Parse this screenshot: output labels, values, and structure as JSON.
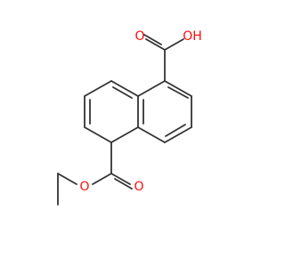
{
  "molecule": {
    "atoms": {
      "carboxyl_oxygen_double": {
        "label": "O",
        "color": "#ff0d0d"
      },
      "carboxyl_hydroxyl": {
        "label": "OH",
        "color": "#ff0d0d"
      },
      "ester_oxygen_double": {
        "label": "O",
        "color": "#ff0d0d"
      },
      "ester_oxygen_single": {
        "label": "O",
        "color": "#ff0d0d"
      }
    },
    "bond_color": "#333333"
  }
}
